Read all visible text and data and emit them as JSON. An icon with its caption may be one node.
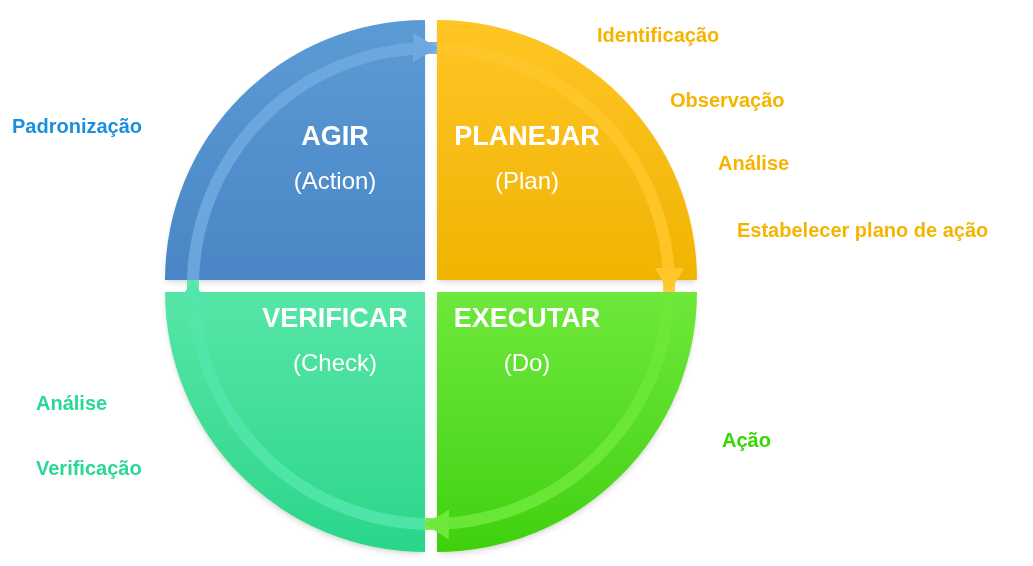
{
  "diagram": {
    "nodes": [
      {
        "text": [
          "AGIR",
          "(Action)"
        ]
      },
      {
        "text": [
          "PLANEJAR",
          "(Plan)"
        ]
      },
      {
        "text": [
          "EXECUTAR",
          "(Do)"
        ]
      },
      {
        "text": [
          "VERIFICAR",
          "(Check)"
        ]
      }
    ],
    "edges": [
      {
        "from": 0,
        "to": 1,
        "arrow": "to",
        "color": "#6fa8e0"
      },
      {
        "from": 1,
        "to": 2,
        "arrow": "to",
        "color": "#ffc72a"
      },
      {
        "from": 2,
        "to": 3,
        "arrow": "to",
        "color": "#6ee83a"
      },
      {
        "from": 3,
        "to": 0,
        "arrow": "to",
        "color": "#52e6aa"
      }
    ],
    "labels": [
      "Identificação",
      "Observação",
      "Análise",
      "Estabelecer plano de ação",
      "Padronização",
      "Análise",
      "Verificação",
      "Ação"
    ]
  }
}
